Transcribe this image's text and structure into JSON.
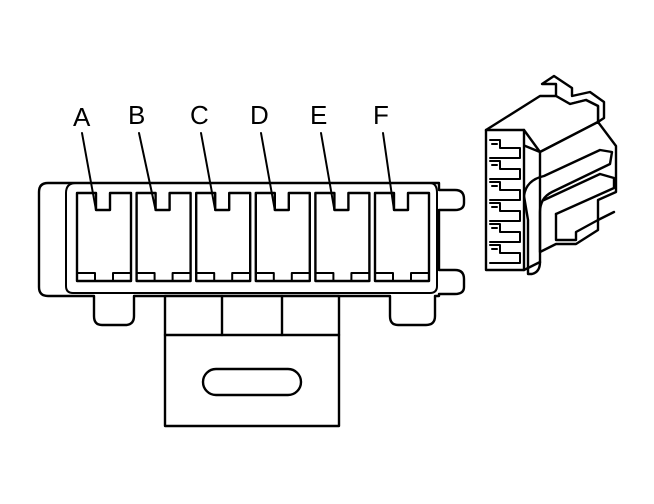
{
  "connector": {
    "pins": [
      {
        "label": "A"
      },
      {
        "label": "B"
      },
      {
        "label": "C"
      },
      {
        "label": "D"
      },
      {
        "label": "E"
      },
      {
        "label": "F"
      }
    ],
    "pin_count": 6
  }
}
